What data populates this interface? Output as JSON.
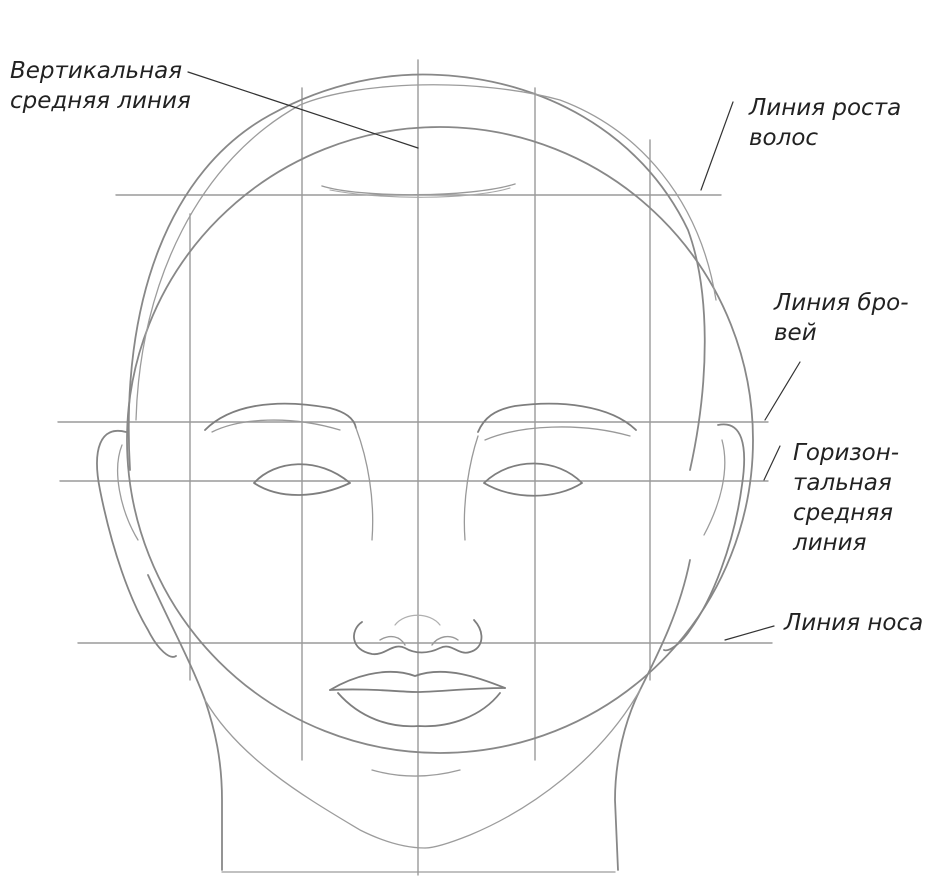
{
  "figure": {
    "subject": "pencil sketch of a human head, front view, with proportion guide lines",
    "colors": {
      "pencil": "#8a8a8a",
      "pencil_dark": "#6e6e6e",
      "guide": "#9a9a9a",
      "leader": "#333333",
      "text": "#222222",
      "background": "#ffffff"
    }
  },
  "labels": {
    "vertical_midline": {
      "line1": "Вертикальная",
      "line2": "средняя линия"
    },
    "hairline": {
      "line1": "Линия роста",
      "line2": "волос"
    },
    "brow_line": {
      "line1": "Линия бро-",
      "line2": "вей"
    },
    "horizontal_midline": {
      "line1": "Горизон-",
      "line2": "тальная",
      "line3": "средняя",
      "line4": "линия"
    },
    "nose_line": {
      "line1": "Линия носа"
    }
  }
}
